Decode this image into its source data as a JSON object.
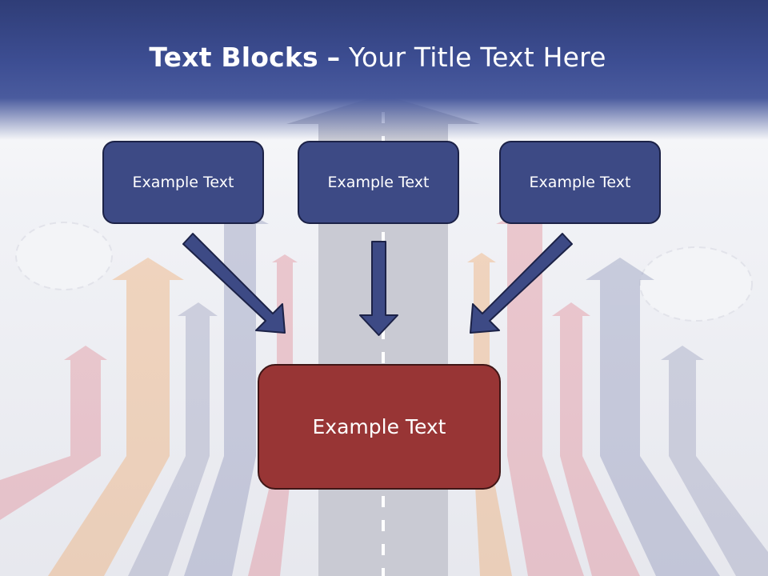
{
  "slide": {
    "title_bold": "Text Blocks",
    "title_separator": "–",
    "title_rest": "Your Title Text Here"
  },
  "boxes": {
    "top": [
      {
        "text": "Example Text"
      },
      {
        "text": "Example Text"
      },
      {
        "text": "Example Text"
      }
    ],
    "bottom": {
      "text": "Example Text"
    }
  },
  "colors": {
    "header": "#3d4e93",
    "small_box": "#3d4a85",
    "big_box": "#983535",
    "arrow": "#3d4a85"
  }
}
